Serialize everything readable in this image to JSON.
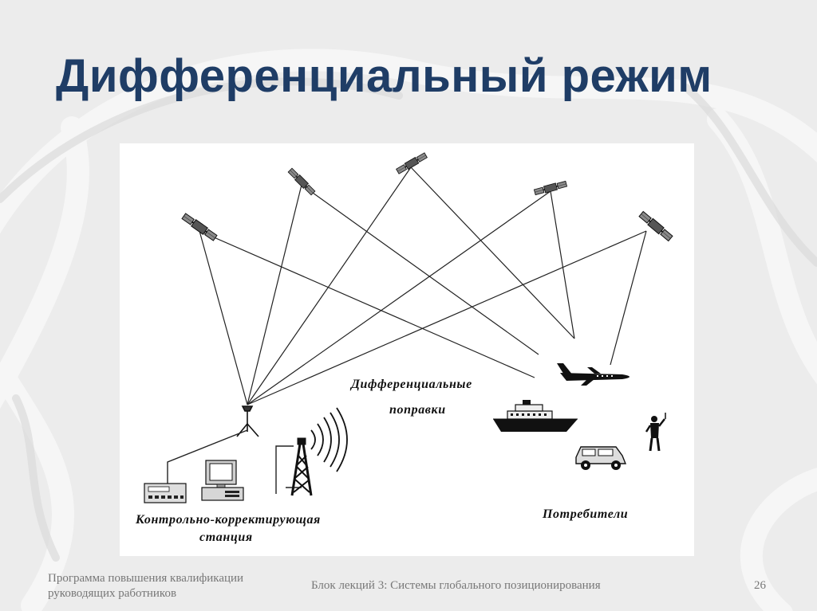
{
  "slide": {
    "title": "Дифференциальный режим",
    "page_number": "26"
  },
  "diagram": {
    "labels": {
      "corrections_line1": "Дифференциальные",
      "corrections_line2": "поправки",
      "station_line1": "Контрольно-корректирующая",
      "station_line2": "станция",
      "consumers": "Потребители"
    }
  },
  "footer": {
    "program_line1": "Программа повышения квалификации",
    "program_line2": "руководящих работников",
    "block": "Блок лекций 3: Системы глобального позиционирования"
  },
  "colors": {
    "title": "#1f3d66",
    "background": "#ececec",
    "panel": "#ffffff",
    "lines": "#222222"
  }
}
